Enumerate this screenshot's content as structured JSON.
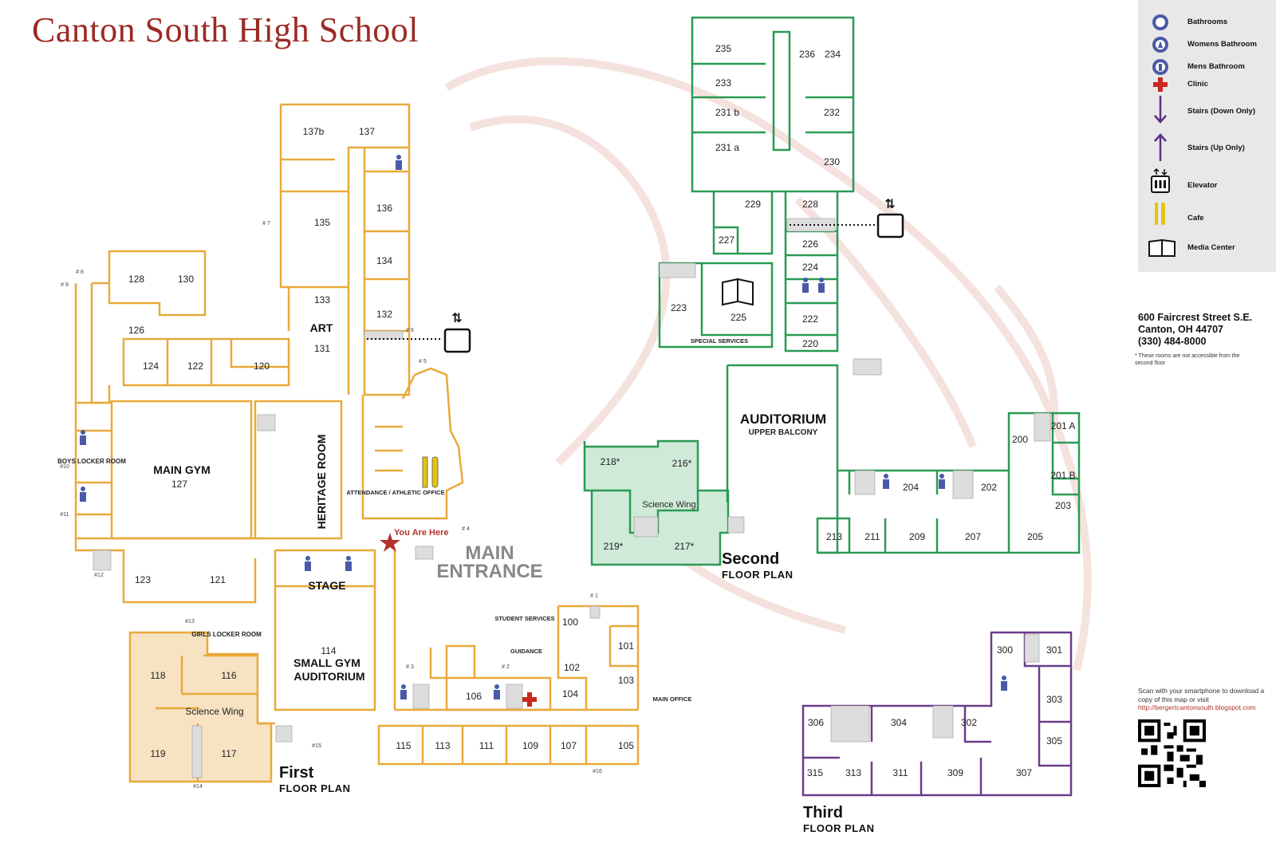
{
  "title": "Canton South High School",
  "legend": {
    "items": [
      {
        "icon": "bathrooms-icon",
        "label": "Bathrooms"
      },
      {
        "icon": "womens-bathroom-icon",
        "label": "Womens Bathroom"
      },
      {
        "icon": "mens-bathroom-icon",
        "label": "Mens Bathroom"
      },
      {
        "icon": "clinic-icon",
        "label": "Clinic"
      },
      {
        "icon": "stairs-down-icon",
        "label": "Stairs (Down Only)"
      },
      {
        "icon": "stairs-up-icon",
        "label": "Stairs (Up Only)"
      },
      {
        "icon": "elevator-icon",
        "label": "Elevator"
      },
      {
        "icon": "cafe-icon",
        "label": "Cafe"
      },
      {
        "icon": "media-center-icon",
        "label": "Media Center"
      }
    ],
    "stairs_down_text": "DOWN",
    "stairs_up_text": "UP"
  },
  "address": {
    "street": "600 Faircrest Street S.E.",
    "city": "Canton, OH 44707",
    "phone": "(330) 484-8000"
  },
  "note": "* These rooms are not accessible from the second floor",
  "scan": {
    "text": "Scan with your smartphone to download a copy of this map or visit",
    "url": "http://bergertcantonsouth.blogspot.com"
  },
  "colors": {
    "first_floor": "#e9a93a",
    "second_floor": "#2a9a54",
    "third_floor": "#6a3c8a",
    "science_first": "#f7e3c2",
    "science_second": "#cfead8",
    "title": "#9b2a24",
    "accent_red": "#b2322c"
  },
  "first_floor": {
    "title": "First",
    "subtitle": "FLOOR PLAN",
    "main_entrance": "MAIN ENTRANCE",
    "you_are_here": "You Are Here",
    "rooms": [
      "137b",
      "137",
      "136",
      "135",
      "134",
      "133",
      "132",
      "131",
      "130",
      "128",
      "126",
      "124",
      "122",
      "120",
      "123",
      "121",
      "118",
      "116",
      "119",
      "117",
      "115",
      "113",
      "111",
      "109",
      "107",
      "105",
      "106",
      "104",
      "103",
      "102",
      "101",
      "100"
    ],
    "labels": {
      "art": "ART",
      "main_gym": "MAIN GYM",
      "main_gym_num": "127",
      "heritage": "HERITAGE ROOM",
      "stage": "STAGE",
      "small_gym_num": "114",
      "small_gym": "SMALL GYM",
      "auditorium": "AUDITORIUM",
      "boys_locker": "BOYS LOCKER ROOM",
      "girls_locker": "GIRLS LOCKER ROOM",
      "science_wing": "Science Wing",
      "attendance": "ATTENDANCE / ATHLETIC OFFICE",
      "student_services": "STUDENT SERVICES",
      "guidance": "GUIDANCE",
      "main_office": "MAIN OFFICE"
    },
    "stair_tags": [
      "# 1",
      "# 2",
      "# 3",
      "# 4",
      "# 5",
      "# 6",
      "# 7",
      "# 8",
      "# 9",
      "#10",
      "#11",
      "#12",
      "#13",
      "#14",
      "#15",
      "#16"
    ]
  },
  "second_floor": {
    "title": "Second",
    "subtitle": "FLOOR PLAN",
    "rooms": [
      "235",
      "236",
      "234",
      "233",
      "232",
      "231 b",
      "231 a",
      "230",
      "229",
      "228",
      "227",
      "226",
      "224",
      "223",
      "225",
      "222",
      "220",
      "200",
      "201 A",
      "201 B",
      "203",
      "204",
      "202",
      "213",
      "211",
      "209",
      "207",
      "205",
      "218*",
      "216*",
      "219*",
      "217*"
    ],
    "labels": {
      "auditorium": "AUDITORIUM",
      "balcony": "UPPER BALCONY",
      "special_services": "SPECIAL SERVICES",
      "science_wing": "Science Wing",
      "media_center": "MEDIA CENTER"
    }
  },
  "third_floor": {
    "title": "Third",
    "subtitle": "FLOOR PLAN",
    "rooms": [
      "300",
      "301",
      "303",
      "305",
      "306",
      "304",
      "302",
      "315",
      "313",
      "311",
      "309",
      "307"
    ]
  }
}
